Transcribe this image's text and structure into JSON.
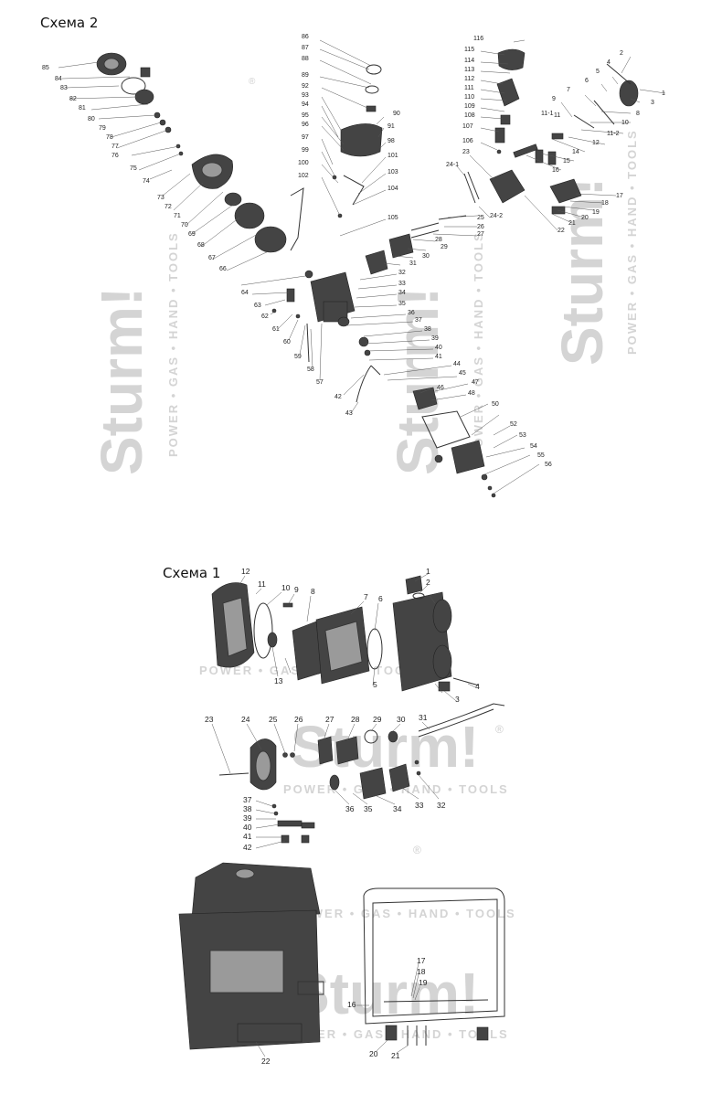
{
  "headings": {
    "scheme2": "Схема 2",
    "scheme1": "Схема 1"
  },
  "watermark": {
    "brand": "Sturm!",
    "tagline": "POWER • GAS • HAND • TOOLS",
    "mark": "®"
  },
  "scheme2_labels": [
    "1",
    "2",
    "3",
    "4",
    "5",
    "6",
    "7",
    "8",
    "9",
    "10",
    "11",
    "11-1",
    "11-2",
    "12",
    "14",
    "15",
    "16",
    "17",
    "18",
    "19",
    "20",
    "21",
    "22",
    "23",
    "24-1",
    "24-2",
    "25",
    "26",
    "27",
    "28",
    "29",
    "30",
    "31",
    "32",
    "33",
    "34",
    "35",
    "36",
    "37",
    "38",
    "39",
    "40",
    "41",
    "42",
    "43",
    "44",
    "45",
    "46",
    "47",
    "48",
    "50",
    "52",
    "53",
    "54",
    "55",
    "56",
    "57",
    "58",
    "59",
    "60",
    "61",
    "62",
    "63",
    "64",
    "66",
    "67",
    "68",
    "69",
    "70",
    "71",
    "72",
    "73",
    "74",
    "75",
    "76",
    "77",
    "78",
    "79",
    "80",
    "81",
    "82",
    "83",
    "84",
    "85",
    "86",
    "87",
    "88",
    "89",
    "90",
    "91",
    "92",
    "93",
    "94",
    "95",
    "96",
    "97",
    "98",
    "99",
    "100",
    "101",
    "102",
    "103",
    "104",
    "105",
    "106",
    "107",
    "108",
    "109",
    "110",
    "111",
    "112",
    "113",
    "114",
    "115",
    "116"
  ],
  "scheme1_labels": [
    "1",
    "2",
    "3",
    "4",
    "5",
    "6",
    "7",
    "8",
    "9",
    "10",
    "11",
    "12",
    "13",
    "16",
    "17",
    "18",
    "19",
    "20",
    "21",
    "22",
    "23",
    "24",
    "25",
    "26",
    "27",
    "28",
    "29",
    "30",
    "31",
    "32",
    "33",
    "34",
    "35",
    "36",
    "37",
    "38",
    "39",
    "40",
    "41",
    "42"
  ],
  "colors": {
    "line": "#333333",
    "watermark": "#d4d4d4"
  }
}
